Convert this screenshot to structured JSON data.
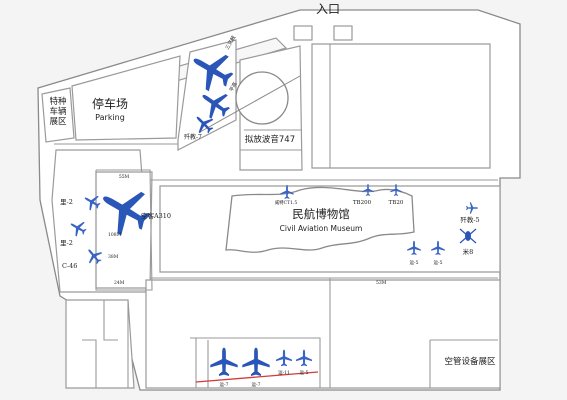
{
  "labels": {
    "entrance": "入口",
    "parking_cn": "停车场",
    "parking_en": "Parking",
    "special_vehicles": [
      "特种",
      "车辆",
      "展区"
    ],
    "museum_cn": "民航博物馆",
    "museum_en": "Civil Aviation Museum",
    "b747_note": "拟放波音747",
    "atc_area": "空管设备展区",
    "a310": "空客A310",
    "trident": "三叉戟",
    "pingao": "平高",
    "j7": "歼教-7",
    "kaijiao5": "歼教-5",
    "mi8": "米8",
    "li2_a": "里-2",
    "li2_b": "里-2",
    "c46": "C-46",
    "tb200": "TB200",
    "tb20": "TB20",
    "weiru": "威特CT1.5",
    "small_a": "运-5",
    "small_b": "运-5",
    "dist_55": "55M",
    "dist_108": "108M",
    "dist_24": "24M",
    "dist_53": "53M",
    "dist_38": "38M",
    "bottom_a": "运-7",
    "bottom_b": "运-7",
    "bottom_c": "运-11",
    "bottom_d": "运-5"
  },
  "colors": {
    "aircraft": "#2a56b8",
    "background": "#f4f4f4",
    "wall": "#8a8a8a",
    "tarmac_line": "#d23a3a"
  }
}
